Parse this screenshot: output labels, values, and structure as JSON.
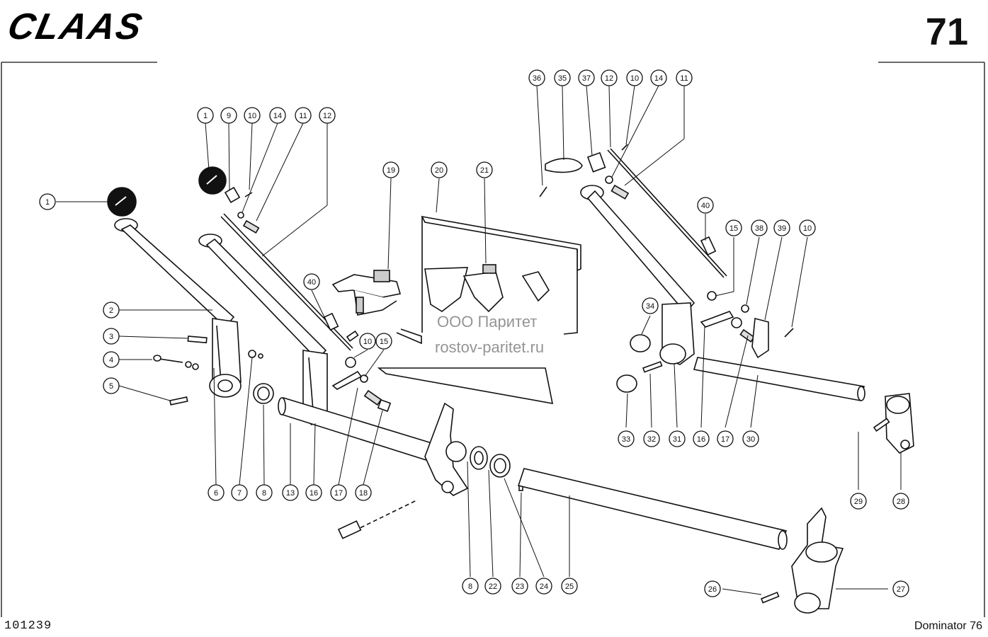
{
  "header": {
    "brand_logo_text": "CLAAS",
    "page_number": "71"
  },
  "footer": {
    "drawing_number": "101239",
    "model": "Dominator 76"
  },
  "watermark": {
    "line1": "ООО Паритет",
    "line2": "rostov-paritet.ru"
  },
  "callouts": [
    "1",
    "9",
    "10",
    "14",
    "11",
    "12",
    "1",
    "2",
    "3",
    "4",
    "5",
    "40",
    "19",
    "20",
    "21",
    "10",
    "15",
    "6",
    "7",
    "8",
    "13",
    "16",
    "17",
    "18",
    "8",
    "22",
    "23",
    "24",
    "25",
    "36",
    "35",
    "37",
    "12",
    "10",
    "14",
    "11",
    "40",
    "15",
    "38",
    "39",
    "10",
    "34",
    "33",
    "32",
    "31",
    "16",
    "17",
    "30",
    "29",
    "28",
    "26",
    "27"
  ],
  "colors": {
    "ink": "#111111",
    "paper": "#ffffff",
    "knob": "#111111"
  }
}
